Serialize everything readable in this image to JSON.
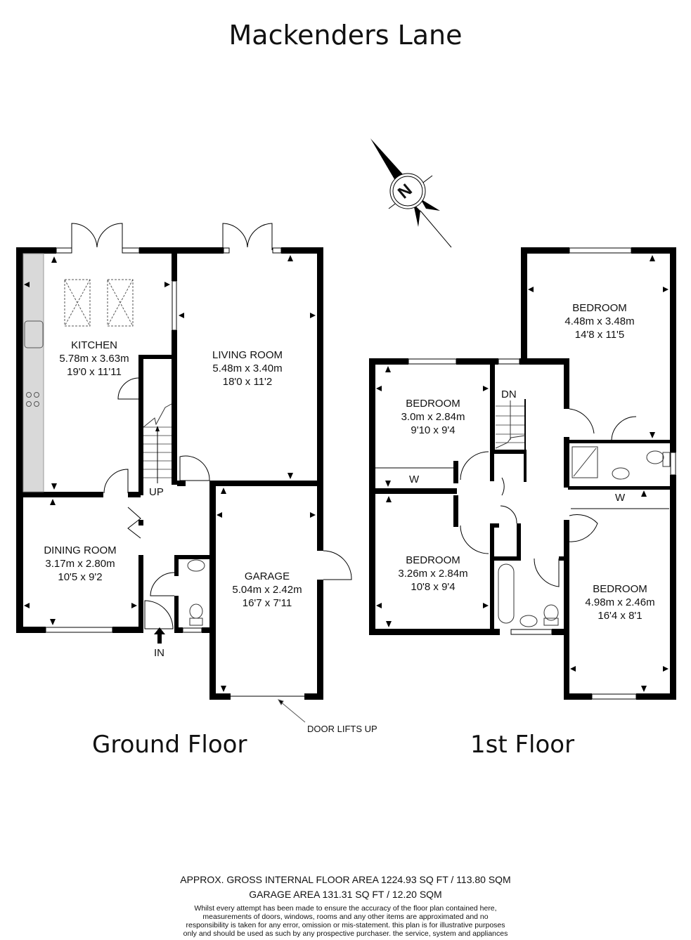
{
  "title": "Mackenders Lane",
  "ground_floor": {
    "label": "Ground Floor",
    "rooms": [
      {
        "name": "KITCHEN",
        "metric": "5.78m x 3.63m",
        "imperial": "19'0 x 11'11"
      },
      {
        "name": "LIVING ROOM",
        "metric": "5.48m x 3.40m",
        "imperial": "18'0 x 11'2"
      },
      {
        "name": "DINING ROOM",
        "metric": "3.17m x 2.80m",
        "imperial": "10'5 x 9'2"
      },
      {
        "name": "GARAGE",
        "metric": "5.04m x 2.42m",
        "imperial": "16'7 x 7'11"
      }
    ],
    "stairs_label": "UP",
    "entrance_label": "IN",
    "garage_note": "DOOR LIFTS UP"
  },
  "first_floor": {
    "label": "1st Floor",
    "rooms": [
      {
        "name": "BEDROOM",
        "metric": "4.48m x 3.48m",
        "imperial": "14'8 x 11'5"
      },
      {
        "name": "BEDROOM",
        "metric": "3.0m x 2.84m",
        "imperial": "9'10 x 9'4"
      },
      {
        "name": "BEDROOM",
        "metric": "3.26m x 2.84m",
        "imperial": "10'8 x 9'4"
      },
      {
        "name": "BEDROOM",
        "metric": "4.98m x 2.46m",
        "imperial": "16'4 x 8'1"
      }
    ],
    "stairs_label": "DN",
    "wardrobe_label": "W"
  },
  "compass": {
    "label": "N"
  },
  "footer": {
    "gross_area": "APPROX. GROSS INTERNAL FLOOR AREA 1224.93 SQ FT / 113.80 SQM",
    "garage_area": "GARAGE AREA 131.31 SQ FT / 12.20 SQM",
    "disclaimer_lines": [
      "Whilst every attempt has been made to ensure the accuracy of the floor plan contained here,",
      "measurements of doors, windows, rooms and any other items are approximated and no",
      "responsibility is taken for any error, omission or mis-statement. this plan is for illustrative purposes",
      "only and should be used as such by any prospective purchaser. the service, system and appliances"
    ]
  }
}
